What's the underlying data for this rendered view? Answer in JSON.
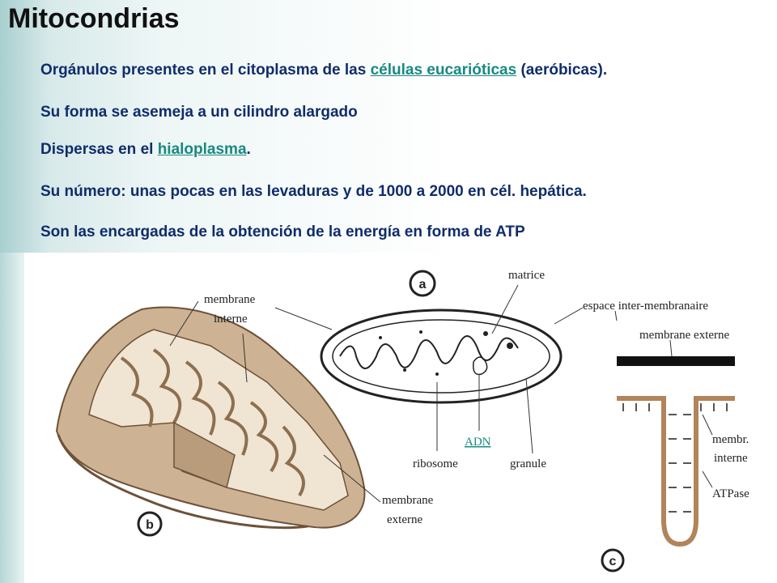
{
  "title": "Mitocondrias",
  "bullets": {
    "b1": {
      "pre": "Orgánulos presentes en el citoplasma de las ",
      "link": "células eucarióticas",
      "post": " (aeróbicas)."
    },
    "b2": {
      "text": "Su forma se asemeja a un cilindro alargado"
    },
    "b3": {
      "pre": "Dispersas en el ",
      "link": "hialoplasma",
      "post": "."
    },
    "b4": {
      "text": "Su número: unas pocas en las levaduras y  de 1000 a 2000 en  cél. hepática."
    },
    "b5": {
      "text": "Son las encargadas de la obtención de la energía en forma de ATP"
    }
  },
  "diagram": {
    "label_a": "a",
    "label_b": "b",
    "label_c": "c",
    "membrane_interne_1": "membrane",
    "membrane_interne_2": "interne",
    "matrice": "matrice",
    "espace": "espace inter-membranaire",
    "membrane_externe_c": "membrane externe",
    "adn": "ADN",
    "ribosome": "ribosome",
    "granule": "granule",
    "membrane_externe_b1": "membrane",
    "membrane_externe_b2": "externe",
    "membr": "membr.",
    "interne_c": "interne",
    "atpase": "ATPase"
  },
  "colors": {
    "title": "#111111",
    "bullet_text": "#0f2d6b",
    "link": "#178a80",
    "mito_fill": "#cdb393",
    "mito_dark": "#8d6f50"
  }
}
